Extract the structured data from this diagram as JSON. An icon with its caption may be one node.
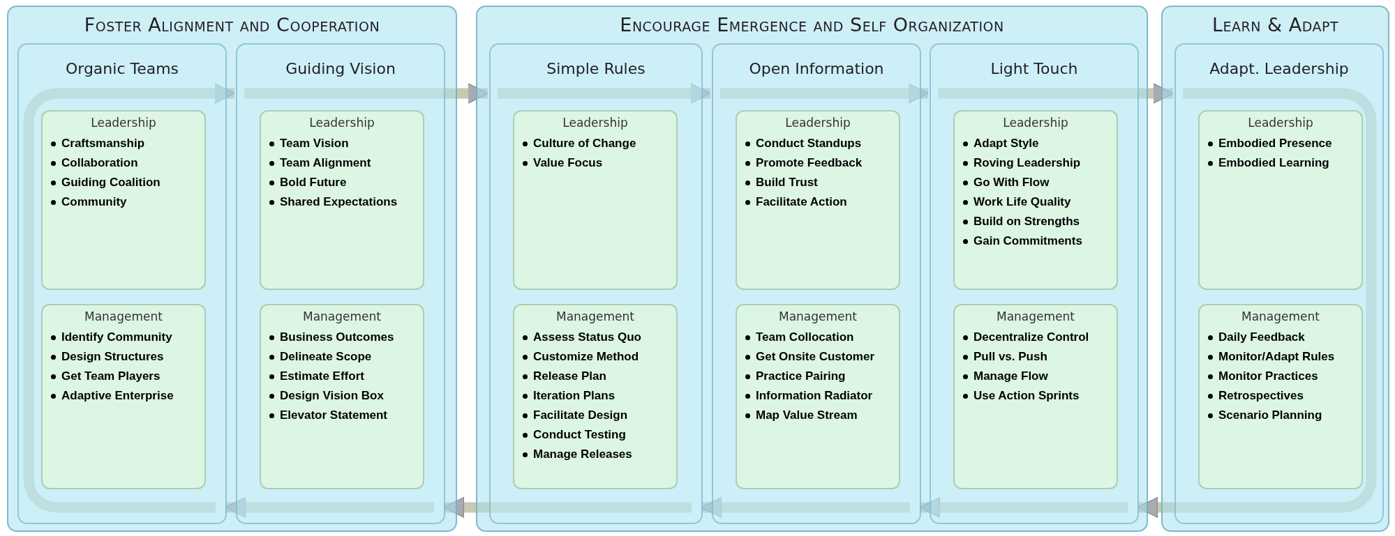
{
  "diagram": {
    "nodes": [
      {
        "text": [
          "Foster Alignment and Cooperation"
        ]
      },
      {
        "text": [
          "Organic Teams"
        ],
        "in": 0
      },
      {
        "text": [
          "Leadership",
          "Craftsmanship",
          "Collaboration",
          "Guiding Coalition",
          "Community"
        ],
        "in": 1
      },
      {
        "text": [
          "Management",
          "Identify Community",
          "Design Structures",
          "Get Team Players",
          "Adaptive Enterprise"
        ],
        "in": 1
      },
      {
        "text": [
          "Guiding Vision"
        ],
        "in": 0
      },
      {
        "text": [
          "Leadership",
          "Team Vision",
          "Team Alignment",
          "Bold Future",
          "Shared Expectations"
        ],
        "in": 4
      },
      {
        "text": [
          "Management",
          "Business Outcomes",
          "Delineate Scope",
          "Estimate Effort",
          "Design Vision Box",
          "Elevator Statement"
        ],
        "in": 4
      },
      {
        "text": [
          "Encourage Emergence and Self Organization"
        ]
      },
      {
        "text": [
          "Simple Rules"
        ],
        "in": 7
      },
      {
        "text": [
          "Leadership",
          "Culture of Change",
          "Value Focus"
        ],
        "in": 8
      },
      {
        "text": [
          "Management",
          "Assess Status Quo",
          "Customize Method",
          "Release Plan",
          "Iteration Plans",
          "Facilitate Design",
          "Conduct Testing",
          "Manage Releases"
        ],
        "in": 8
      },
      {
        "text": [
          "Open Information"
        ],
        "in": 7
      },
      {
        "text": [
          "Leadership",
          "Conduct Standups",
          "Promote Feedback",
          "Build Trust",
          "Facilitate Action"
        ],
        "in": 11
      },
      {
        "text": [
          "Management",
          "Team Collocation",
          "Get Onsite Customer",
          "Practice Pairing",
          "Information Radiator",
          "Map Value Stream"
        ],
        "in": 11
      },
      {
        "text": [
          "Light Touch"
        ],
        "in": 7
      },
      {
        "text": [
          "Leadership",
          "Adapt Style",
          "Roving Leadership",
          "Go With Flow",
          "Work Life Quality",
          "Build on Strengths",
          "Gain Commitments"
        ],
        "in": 14
      },
      {
        "text": [
          "Management",
          "Decentralize Control",
          "Pull vs. Push",
          "Manage Flow",
          "Use Action Sprints"
        ],
        "in": 14
      },
      {
        "text": [
          "Learn & Adapt"
        ]
      },
      {
        "text": [
          "Adapt. Leadership"
        ],
        "in": 17
      },
      {
        "text": [
          "Leadership",
          "Embodied Presence",
          "Embodied Learning"
        ],
        "in": 18
      },
      {
        "text": [
          "Management",
          "Daily Feedback",
          "Monitor/Adapt Rules",
          "Monitor Practices",
          "Retrospectives",
          "Scenario Planning"
        ],
        "in": 18
      }
    ],
    "edges": [
      {
        "from": 1,
        "to": 4,
        "arrow": "to"
      },
      {
        "from": 4,
        "to": 8,
        "arrow": "to"
      },
      {
        "from": 8,
        "to": 11,
        "arrow": "to"
      },
      {
        "from": 11,
        "to": 14,
        "arrow": "to"
      },
      {
        "from": 14,
        "to": 18,
        "arrow": "to"
      },
      {
        "from": 18,
        "to": 14,
        "arrow": "to"
      },
      {
        "from": 14,
        "to": 11,
        "arrow": "to"
      },
      {
        "from": 11,
        "to": 8,
        "arrow": "to"
      },
      {
        "from": 8,
        "to": 4,
        "arrow": "to"
      },
      {
        "from": 4,
        "to": 1,
        "arrow": "to"
      }
    ]
  }
}
